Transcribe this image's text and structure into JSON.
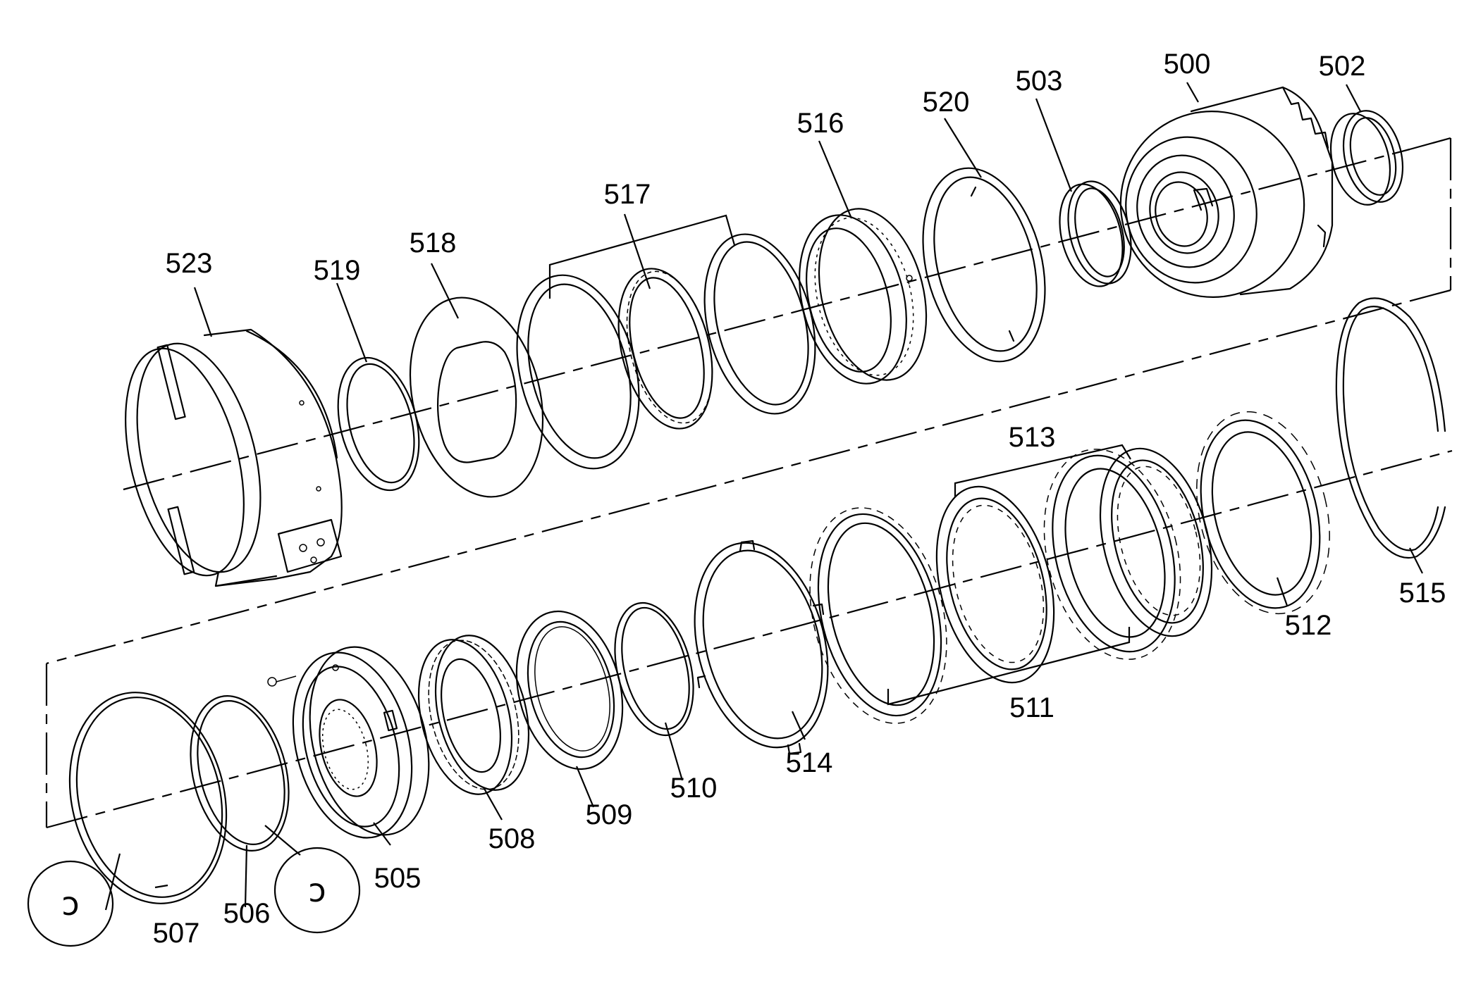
{
  "parts": {
    "p500": "500",
    "p502": "502",
    "p503": "503",
    "p505": "505",
    "p506": "506",
    "p507": "507",
    "p508": "508",
    "p509": "509",
    "p510": "510",
    "p511": "511",
    "p512": "512",
    "p513": "513",
    "p514": "514",
    "p515": "515",
    "p516": "516",
    "p517": "517",
    "p518": "518",
    "p519": "519",
    "p520": "520",
    "p523": "523"
  },
  "symbols": {
    "lube_left": "ↄ",
    "lube_right": "ↄ"
  },
  "colors": {
    "line": "#000000",
    "background": "#ffffff"
  }
}
